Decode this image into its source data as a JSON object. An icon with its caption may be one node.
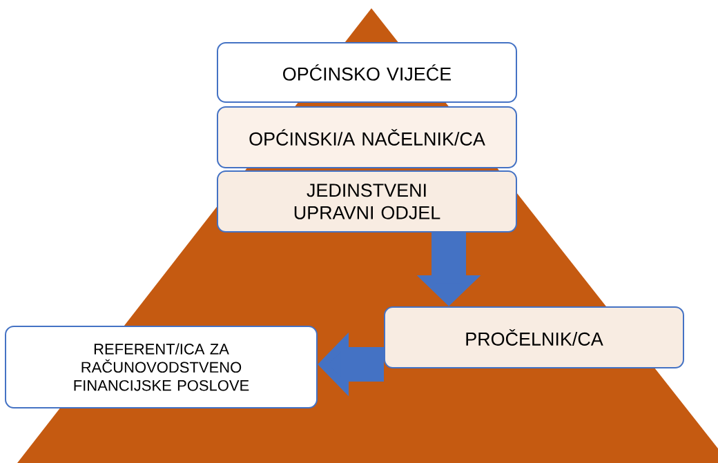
{
  "diagram": {
    "nodes": [
      {
        "text": [
          "OPĆINSKO VIJEĆE"
        ]
      },
      {
        "text": [
          "OPĆINSKI/A NAČELNIK/CA"
        ]
      },
      {
        "text": [
          "JEDINSTVENI UPRAVNI ODJEL"
        ]
      },
      {
        "text": [
          "PROČELNIK/CA"
        ]
      },
      {
        "text": [
          "REFERENT/ICA ZA RAČUNOVODSTVENO FINANCIJSKE POSLOVE"
        ]
      }
    ],
    "edges": [
      {
        "from": 2,
        "to": 3,
        "arrow": "to"
      },
      {
        "from": 3,
        "to": 4,
        "arrow": "to"
      }
    ]
  }
}
